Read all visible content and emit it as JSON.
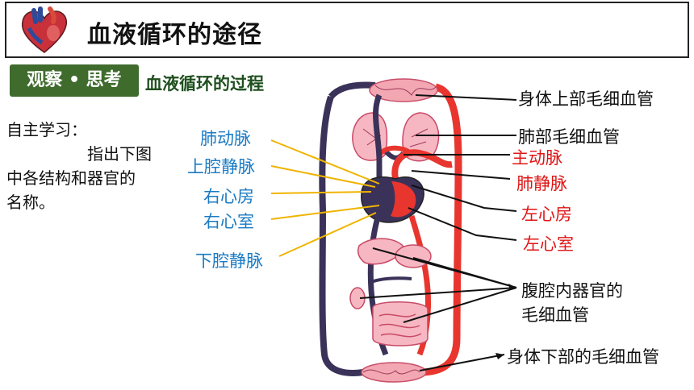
{
  "header": {
    "title": "血液循环的途径",
    "icon": "heart-icon"
  },
  "section": {
    "tag": "观察 • 思考",
    "subtitle": "血液循环的过程"
  },
  "study": {
    "heading": "自主学习：",
    "line1": "指出下图",
    "line2": "中各结构和器官的",
    "line3": "名称。"
  },
  "labels": {
    "left": [
      "肺动脉",
      "上腔静脉",
      "右心房",
      "右心室",
      "下腔静脉"
    ],
    "right": {
      "upper_capillary": "身体上部毛细血管",
      "lung_capillary": "肺部毛细血管",
      "aorta": "主动脉",
      "pulmonary_vein": "肺静脉",
      "left_atrium": "左心房",
      "left_ventricle": "左心室",
      "abdominal_1": "腹腔内器官的",
      "abdominal_2": "毛细血管",
      "lower_capillary": "身体下部的毛细血管"
    }
  },
  "colors": {
    "artery": "#e8352e",
    "vein": "#3a3258",
    "tag": "#3f6b2d",
    "blue_label": "#1a7bc4",
    "red_label": "#e01414",
    "leader_yellow": "#f0b400"
  }
}
